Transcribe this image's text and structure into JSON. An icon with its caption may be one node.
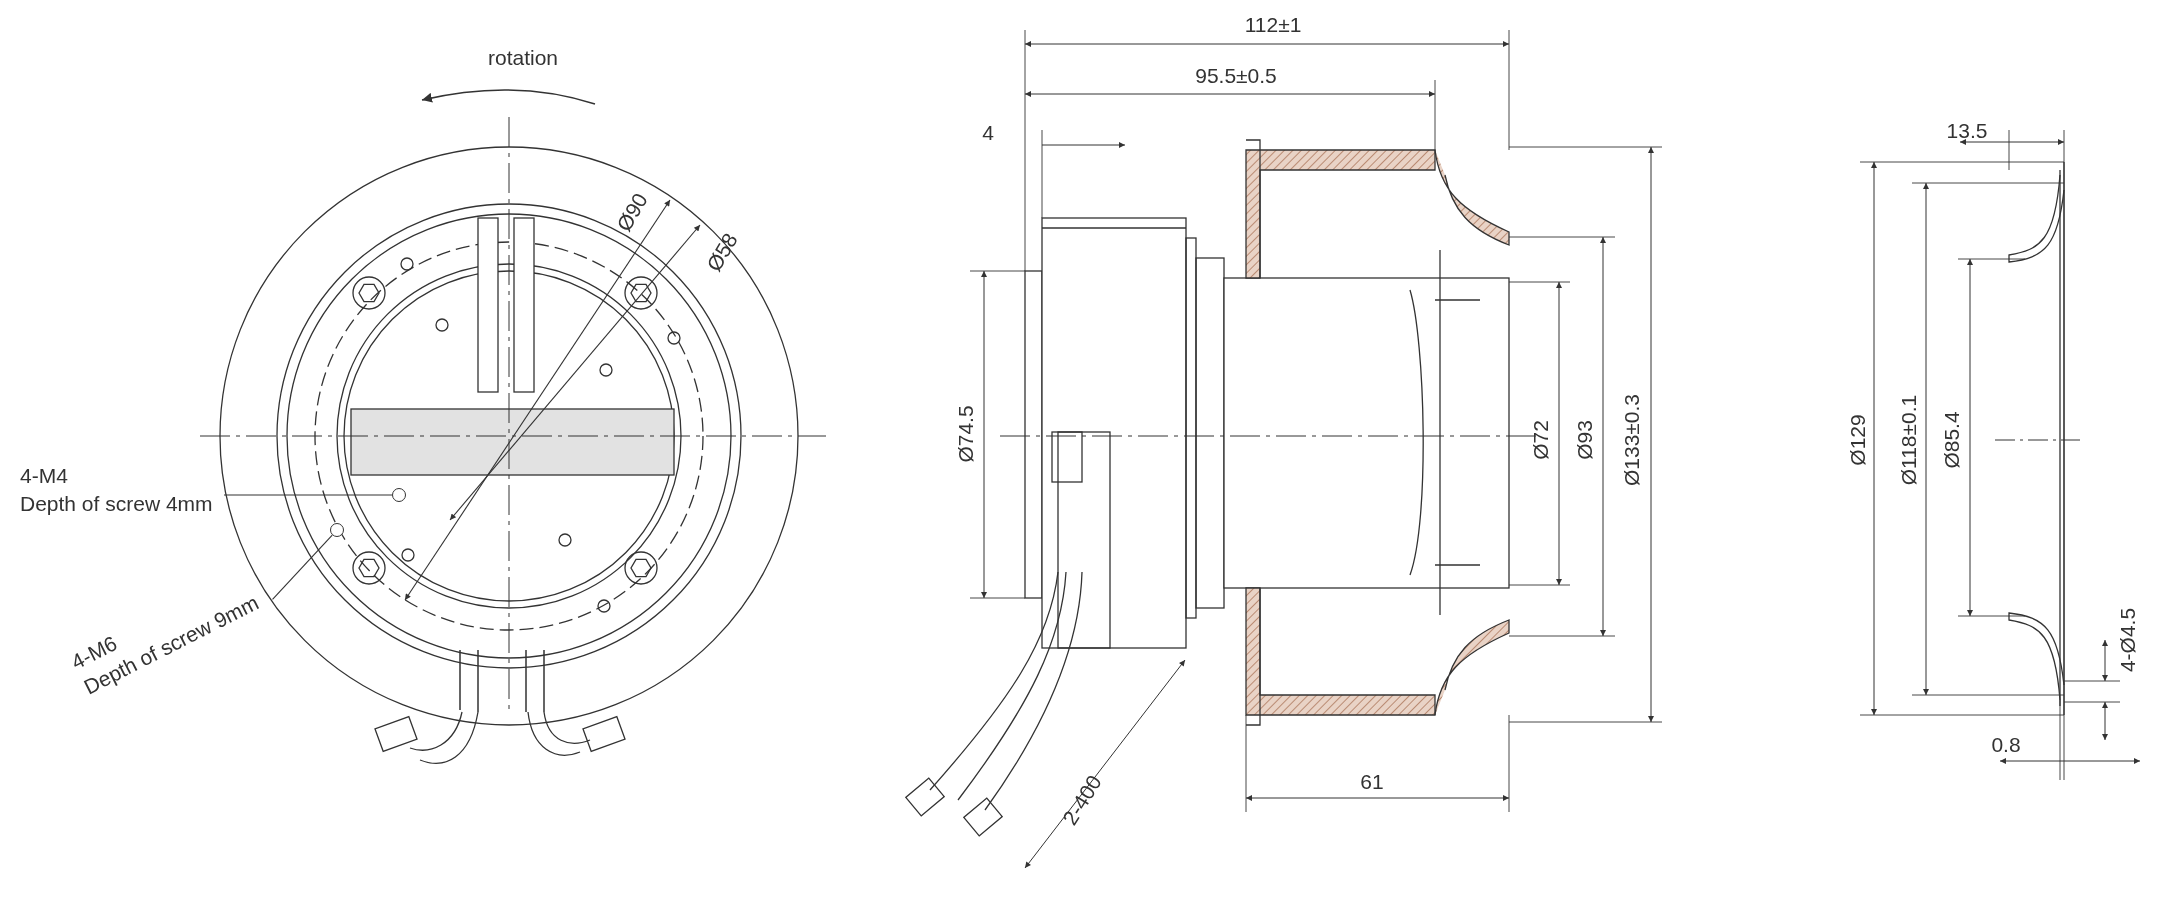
{
  "diagram": {
    "nodes": [
      {
        "text": [
          "4-M4",
          "Depth of screw 4mm"
        ]
      },
      {
        "text": [],
        "shape": "circle"
      },
      {
        "text": [
          "4-M6",
          "Depth of screw 9mm"
        ]
      },
      {
        "text": [],
        "shape": "circle"
      }
    ],
    "edges": [
      {
        "from": 0,
        "to": 1,
        "arrow": "none"
      },
      {
        "from": 2,
        "to": 3,
        "arrow": "none"
      }
    ],
    "labels": [
      "rotation",
      "Ø90",
      "Ø58",
      "112±1",
      "95.5±0.5",
      "4",
      "13.5",
      "Ø74.5",
      "Ø72",
      "Ø93",
      "Ø133±0.3",
      "Ø129",
      "Ø118±0.1",
      "Ø85.4",
      "4-Ø4.5",
      "2-400",
      "0.8",
      "61"
    ]
  }
}
